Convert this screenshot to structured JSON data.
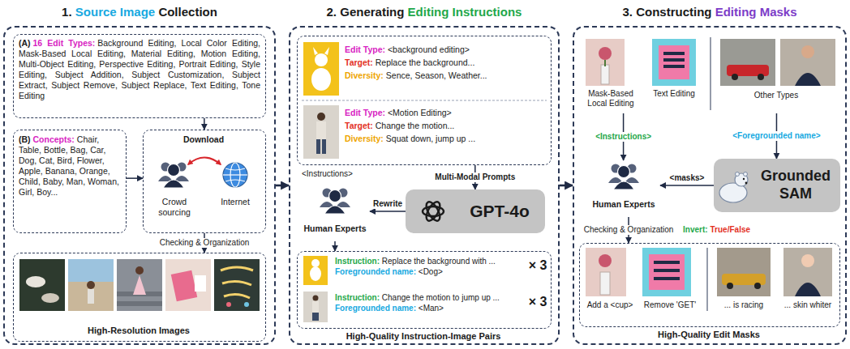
{
  "diagram": {
    "nodes": [
      {
        "text": [
          "1.",
          "Source Image",
          "Collection"
        ]
      },
      {
        "text": [
          "(A)",
          "16 Edit Types:",
          "Background Editing, Local Color Editing, Mask-Based Local Editing, Material Editing, Motion Editing, Multi-Object Editing, Perspective Editing, Portrait Editing, Style Editing, Subject Addition, Subject Customization, Subject Extract, Subject Remove, Subject Replace, Text Editing, Tone Editing"
        ],
        "in": 0
      },
      {
        "text": [
          "(B)",
          "Concepts:",
          "Chair, Table, Bottle, Bag, Car, Dog, Cat, Bird, Flower, Apple, Banana, Orange, Child, Baby, Man, Woman, Girl, Boy..."
        ],
        "in": 0
      },
      {
        "text": [
          "Download",
          "Crowd sourcing",
          "Internet"
        ],
        "in": 0
      },
      {
        "text": [
          "High-Resolution Images"
        ],
        "in": 0
      },
      {
        "text": [
          "2.",
          "Generating",
          "Editing Instructions"
        ]
      },
      {
        "text": [
          "Edit Type:",
          "<background editing>",
          "Target:",
          "Replace the background...",
          "Diversity:",
          "Sence, Season, Weather...",
          "Edit Type:",
          "<Motion Editing>",
          "Target:",
          "Change the motion...",
          "Diversity:",
          "Squat down, jump up ..."
        ],
        "in": 5
      },
      {
        "text": [
          "GPT-4o"
        ],
        "in": 5
      },
      {
        "text": [
          "Human Experts"
        ],
        "in": 5
      },
      {
        "text": [
          "Instruction:",
          "Replace the background with ...",
          "Foregrounded name:",
          "<Dog>",
          "× 3",
          "Instruction:",
          "Change the motion to jump up ...",
          "Foregrounded name:",
          "<Man>",
          "× 3",
          "High-Quality Instruction-Image Pairs"
        ],
        "in": 5
      },
      {
        "text": [
          "3.",
          "Constructing",
          "Editing Masks"
        ]
      },
      {
        "text": [
          "Mask-Based Local Editing",
          "Text Editing"
        ],
        "in": 10
      },
      {
        "text": [
          "Other Types"
        ],
        "in": 10
      },
      {
        "text": [
          "Human Experts"
        ],
        "in": 10
      },
      {
        "text": [
          "Grounded SAM"
        ],
        "in": 10
      },
      {
        "text": [
          "Add a <cup>",
          "Remove 'GET'",
          "... is racing",
          "... skin whiter",
          "High-Quality Edit Masks"
        ],
        "in": 10
      }
    ],
    "edges": [
      {
        "from": 1,
        "to": 3,
        "arrow": "to"
      },
      {
        "from": 2,
        "to": 3,
        "arrow": "to"
      },
      {
        "from": 3,
        "to": 4,
        "arrow": "to",
        "label": "Checking & Organization"
      },
      {
        "from": 0,
        "to": 5,
        "arrow": "to"
      },
      {
        "from": 6,
        "to": 7,
        "arrow": "to",
        "label": "Multi-Modal Prompts"
      },
      {
        "from": 7,
        "to": 8,
        "arrow": "to",
        "label": "Rewrite"
      },
      {
        "from": 8,
        "to": 9,
        "arrow": "to"
      },
      {
        "from": 5,
        "to": 10,
        "arrow": "to"
      },
      {
        "from": 11,
        "to": 13,
        "arrow": "to",
        "label": "<Instructions>"
      },
      {
        "from": 12,
        "to": 14,
        "arrow": "to",
        "label": "<Foregrounded name>"
      },
      {
        "from": 14,
        "to": 13,
        "arrow": "to",
        "label": "<masks>"
      },
      {
        "from": 13,
        "to": 15,
        "arrow": "to",
        "label": "Checking & Organization"
      }
    ],
    "labels": [
      "<Instructions>",
      "Invert:",
      "True/False"
    ]
  }
}
